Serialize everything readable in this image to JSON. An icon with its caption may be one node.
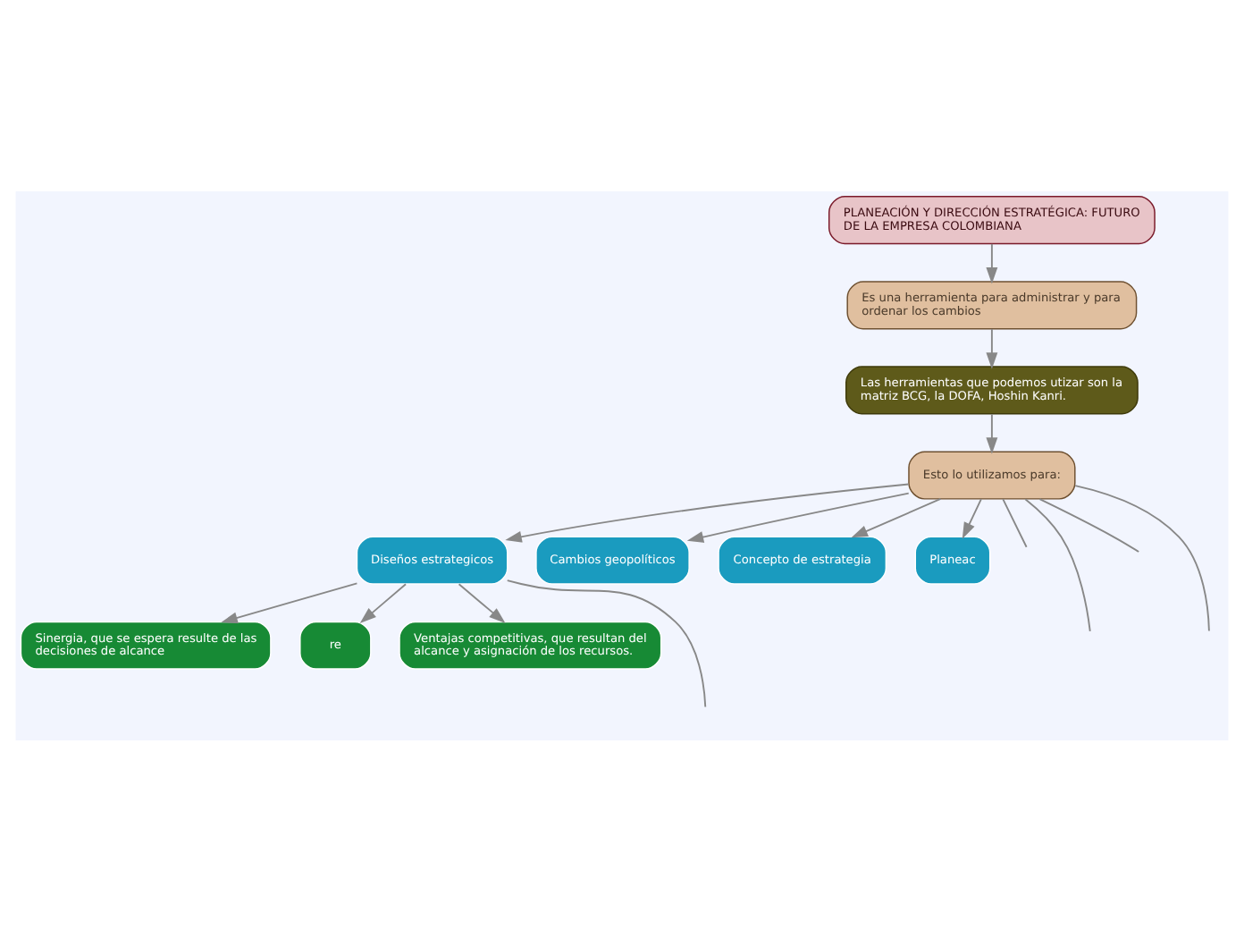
{
  "diagram": {
    "nodes": [
      {
        "text": [
          "PLANEACIÓN Y DIRECCIÓN ESTRATÉGICA: FUTURO DE LA EMPRESA COLOMBIANA"
        ]
      },
      {
        "text": [
          "Es una herramienta para administrar y para ordenar los cambios"
        ]
      },
      {
        "text": [
          "Las herramientas que podemos utizar son la matriz BCG, la DOFA, Hoshin Kanri."
        ]
      },
      {
        "text": [
          "Esto lo utilizamos para:"
        ]
      },
      {
        "text": [
          "Diseños estrategicos"
        ]
      },
      {
        "text": [
          "Sinergia, que se espera resulte de las decisiones de alcance"
        ]
      },
      {
        "text": [
          "re"
        ]
      },
      {
        "text": [
          "Ventajas competitivas, que resultan del alcance y asignación de los recursos."
        ]
      },
      {
        "text": [
          "Cambios geopolíticos"
        ]
      },
      {
        "text": [
          "Concepto de estrategia"
        ]
      },
      {
        "text": [
          "Planeac"
        ]
      }
    ],
    "edges": [
      {
        "from": 0,
        "to": 1,
        "arrow": "to"
      },
      {
        "from": 1,
        "to": 2,
        "arrow": "to"
      },
      {
        "from": 2,
        "to": 3,
        "arrow": "to"
      },
      {
        "from": 3,
        "to": 4,
        "arrow": "to"
      },
      {
        "from": 4,
        "to": 5,
        "arrow": "to"
      },
      {
        "from": 4,
        "to": 6,
        "arrow": "to"
      },
      {
        "from": 4,
        "to": 7,
        "arrow": "to"
      },
      {
        "from": 4,
        "to": null,
        "arrow": "none"
      },
      {
        "from": 3,
        "to": null,
        "arrow": "none"
      },
      {
        "from": 3,
        "to": null,
        "arrow": "none"
      },
      {
        "from": 3,
        "to": 8,
        "arrow": "to"
      },
      {
        "from": 3,
        "to": 9,
        "arrow": "to"
      },
      {
        "from": 3,
        "to": null,
        "arrow": "none"
      },
      {
        "from": 3,
        "to": null,
        "arrow": "none"
      },
      {
        "from": 3,
        "to": 10,
        "arrow": "to"
      }
    ]
  }
}
